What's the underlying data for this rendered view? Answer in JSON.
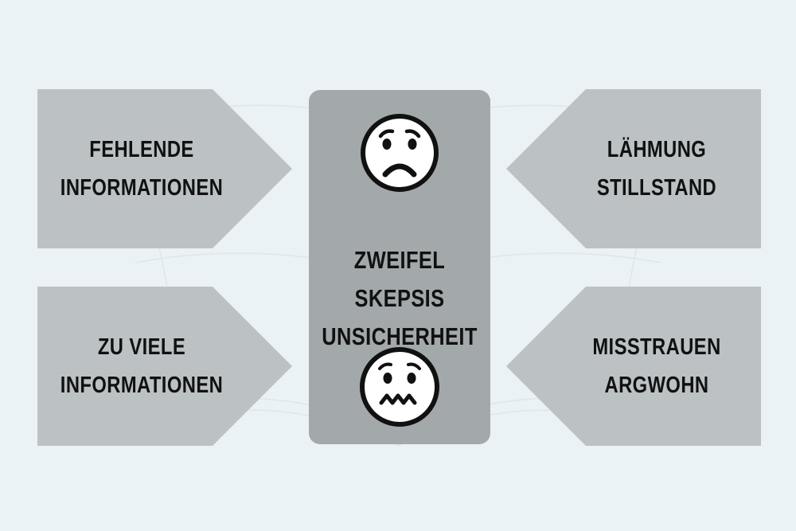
{
  "boxes": {
    "top_left": {
      "line1": "FEHLENDE",
      "line2": "INFORMATIONEN"
    },
    "bottom_left": {
      "line1": "ZU VIELE",
      "line2": "INFORMATIONEN"
    },
    "top_right": {
      "line1": "LÄHMUNG",
      "line2": "STILLSTAND"
    },
    "bottom_right": {
      "line1": "MISSTRAUEN",
      "line2": "ARGWOHN"
    }
  },
  "center": {
    "line1": "ZWEIFEL",
    "line2": "SKEPSIS",
    "line3": "UNSICHERHEIT",
    "top_icon": "sad-face-icon",
    "bottom_icon": "nervous-face-icon"
  },
  "colors": {
    "background": "#ebf2f5",
    "arrow_fill": "#bcc2c4",
    "center_fill": "#a3a9ab",
    "text": "#111111"
  }
}
